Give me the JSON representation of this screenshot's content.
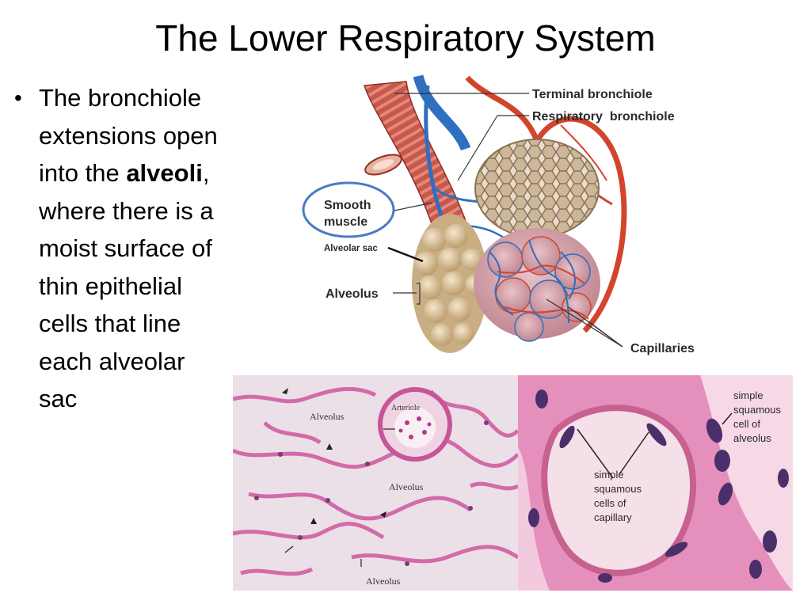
{
  "slide": {
    "title": "The Lower Respiratory System",
    "bullet": {
      "text_before": "The bronchiole extensions open into the ",
      "bold_term": "alveoli",
      "text_after": ", where there is a moist surface of thin epithelial cells that line each alveolar sac"
    }
  },
  "diagram": {
    "labels": {
      "terminal_bronchiole": "Terminal bronchiole",
      "respiratory_bronchiole": "Respiratory  bronchiole",
      "smooth_muscle_line1": "Smooth",
      "smooth_muscle_line2": "muscle",
      "alveolar_sac": "Alveolar sac",
      "alveolus": "Alveolus",
      "capillaries": "Capillaries"
    },
    "colors": {
      "vein_blue": "#2f6fc0",
      "artery_red": "#d2452c",
      "muscle_red": "#b5443a",
      "alveoli_tan": "#d9c3a0",
      "highlight_ring": "#4a7cc4"
    }
  },
  "micrograph_left": {
    "labels": {
      "arteriole": "Arteriole",
      "alveolus_top": "Alveolus",
      "alveolus_mid": "Alveolus",
      "alveolus_bottom": "Alveolus"
    }
  },
  "micrograph_right": {
    "labels": {
      "alveolus_cell_1": "simple",
      "alveolus_cell_2": "squamous",
      "alveolus_cell_3": "cell of",
      "alveolus_cell_4": "alveolus",
      "capillary_cells_1": "simple",
      "capillary_cells_2": "squamous",
      "capillary_cells_3": "cells of",
      "capillary_cells_4": "capillary"
    }
  }
}
